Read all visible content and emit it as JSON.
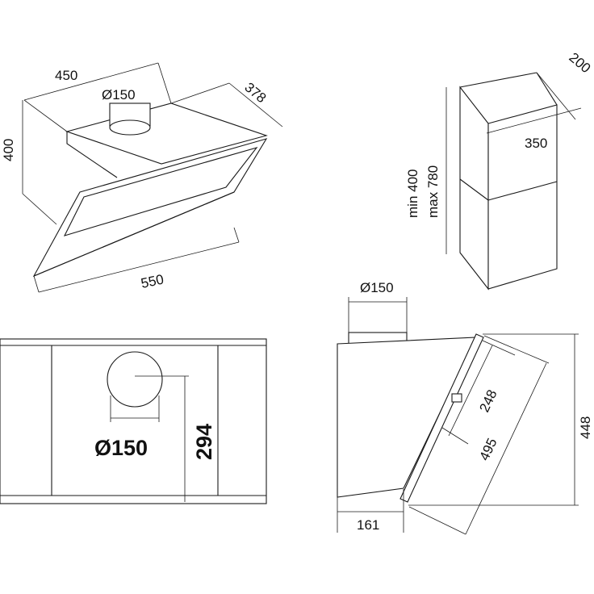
{
  "views": {
    "iso": {
      "width": "450",
      "depth": "378",
      "height": "400",
      "outlet_diameter": "Ø150",
      "front_width": "550"
    },
    "chimney": {
      "depth": "200",
      "width": "350",
      "height_min": "min 400",
      "height_max": "max 780"
    },
    "front": {
      "outlet_diameter": "Ø150",
      "outlet_height": "294"
    },
    "side": {
      "outlet_diameter": "Ø150",
      "total_height": "448",
      "panel_short": "248",
      "panel_long": "495",
      "base_depth": "161"
    }
  },
  "colors": {
    "line": "#1a1a1a",
    "text": "#111111",
    "background": "#ffffff"
  }
}
